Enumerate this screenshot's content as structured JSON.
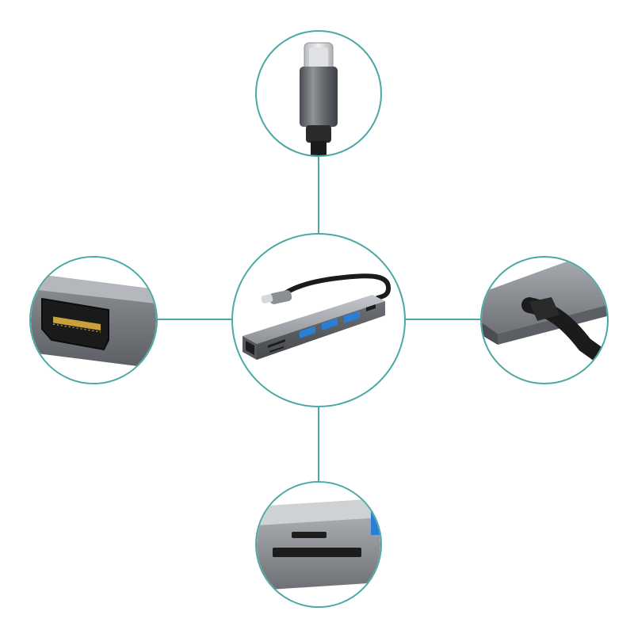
{
  "image": {
    "subject": "usb-c-hub",
    "colors": {
      "accent": "#4aa9a4",
      "metal_dark": "#5b5e63",
      "metal_light": "#a6a9ad",
      "port_blue": "#2a7fd4",
      "cable": "#1b1b1b"
    },
    "callouts": [
      {
        "id": "usb-c-connector",
        "icon": "usb-c-plug-icon"
      },
      {
        "id": "hub-overview",
        "icon": "hub-icon"
      },
      {
        "id": "hdmi-port",
        "icon": "hdmi-port-icon"
      },
      {
        "id": "cable-strain-relief",
        "icon": "cable-icon"
      },
      {
        "id": "sd-card-slot",
        "icon": "sd-slot-icon"
      }
    ]
  }
}
